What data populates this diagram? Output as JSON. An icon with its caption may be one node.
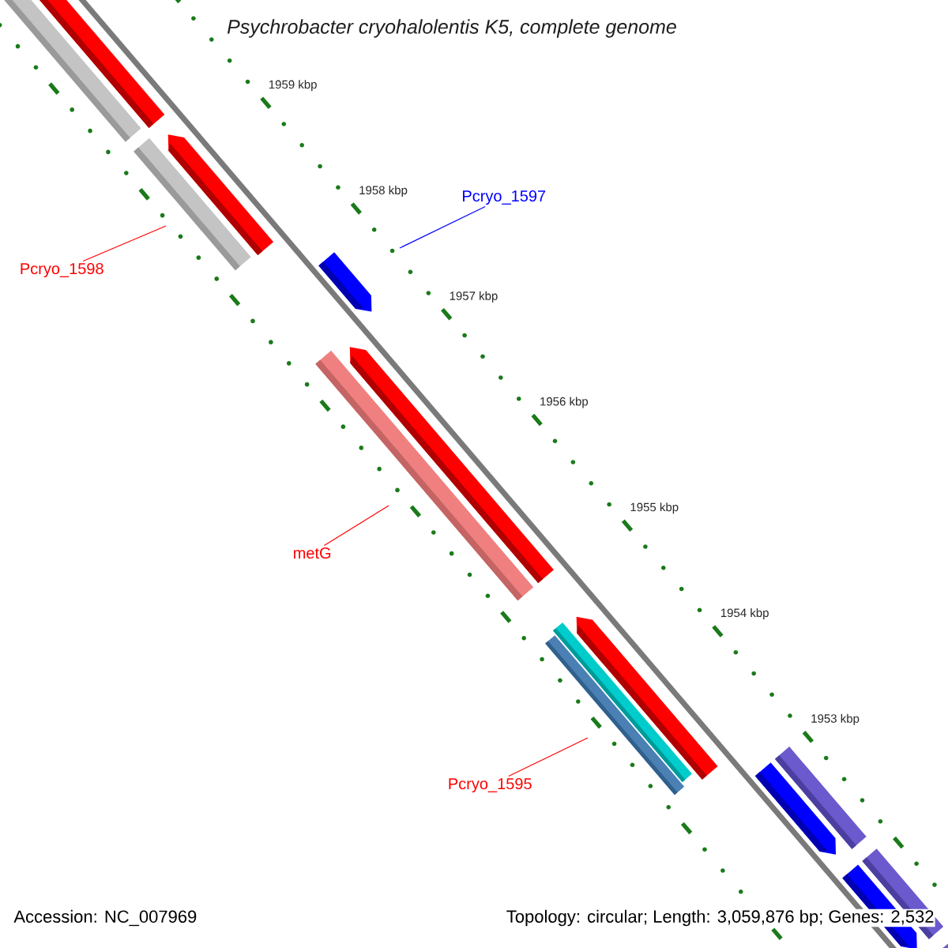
{
  "diagram": {
    "title": "Psychrobacter cryohalolentis K5, complete genome",
    "nodes": [
      {
        "text": [
          "Pcryo_1598"
        ]
      },
      {
        "text": [
          "Pcryo_1597"
        ]
      },
      {
        "text": [
          "metG"
        ]
      },
      {
        "text": [
          "Pcryo_1595"
        ]
      }
    ],
    "edges": [
      {
        "from": 0,
        "to": null,
        "arrow": "none"
      },
      {
        "from": 1,
        "to": null,
        "arrow": "none",
        "color": "#0000ff"
      },
      {
        "from": 2,
        "to": null,
        "arrow": "none"
      },
      {
        "from": 3,
        "to": null,
        "arrow": "none"
      }
    ],
    "labels": [
      "1959 kbp",
      "1958 kbp",
      "1957 kbp",
      "1956 kbp",
      "1955 kbp",
      "1954 kbp",
      "1953 kbp",
      "Accession: NC_007969",
      "Topology: circular; Length: 3,059,876 bp; Genes: 2,532"
    ]
  }
}
